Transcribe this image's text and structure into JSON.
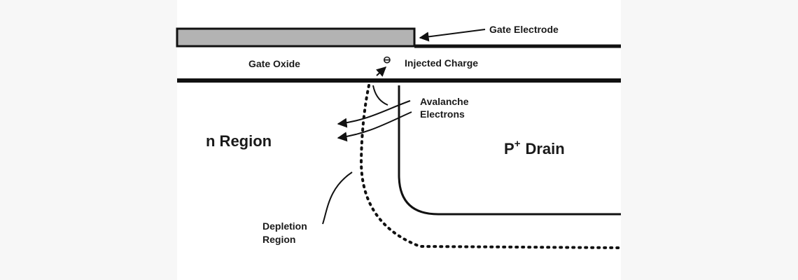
{
  "diagram": {
    "labels": {
      "gate_electrode": "Gate Electrode",
      "gate_oxide": "Gate Oxide",
      "injected_charge": "Injected Charge",
      "electron_symbol": "⊖",
      "avalanche_line1": "Avalanche",
      "avalanche_line2": "Electrons",
      "n_region": "n Region",
      "p_drain_p": "P",
      "p_drain_plus": "+",
      "p_drain_word": "Drain",
      "depletion_line1": "Depletion",
      "depletion_line2": "Region"
    },
    "colors": {
      "background": "#f7f7f7",
      "panel": "#ffffff",
      "ink": "#111111",
      "gate_fill": "#b3b3b3"
    }
  }
}
